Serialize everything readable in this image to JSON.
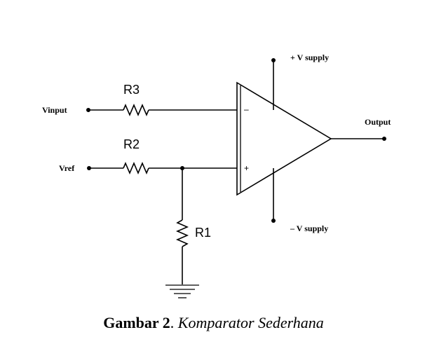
{
  "labels": {
    "vinput": "Vinput",
    "vref": "Vref",
    "output": "Output",
    "v_supply_pos": "+ V supply",
    "v_supply_neg": "– V supply",
    "r1": "R1",
    "r2": "R2",
    "r3": "R3",
    "minus_pin": "–",
    "plus_pin": "+"
  },
  "caption": {
    "prefix": "Gambar 2",
    "separator": ". ",
    "title": "Komparator Sederhana"
  }
}
